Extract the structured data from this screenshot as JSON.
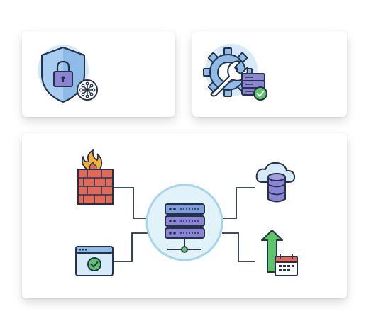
{
  "cards": [
    {
      "id": "security",
      "icon": "shield-lock-network-icon"
    },
    {
      "id": "settings",
      "icon": "gear-wrench-server-check-icon"
    },
    {
      "id": "network",
      "icon": "server-hub-diagram"
    }
  ],
  "network": {
    "hub": "server-rack-icon",
    "nodes": [
      "firewall-icon",
      "browser-check-icon",
      "cloud-database-icon",
      "upload-calendar-icon"
    ]
  },
  "colors": {
    "outline": "#25324a",
    "blue": "#7faee8",
    "light_blue": "#d6ebf7",
    "purple": "#8c84d4",
    "green": "#5cc46a",
    "red": "#e06a5a",
    "flame": "#f6b13b"
  }
}
